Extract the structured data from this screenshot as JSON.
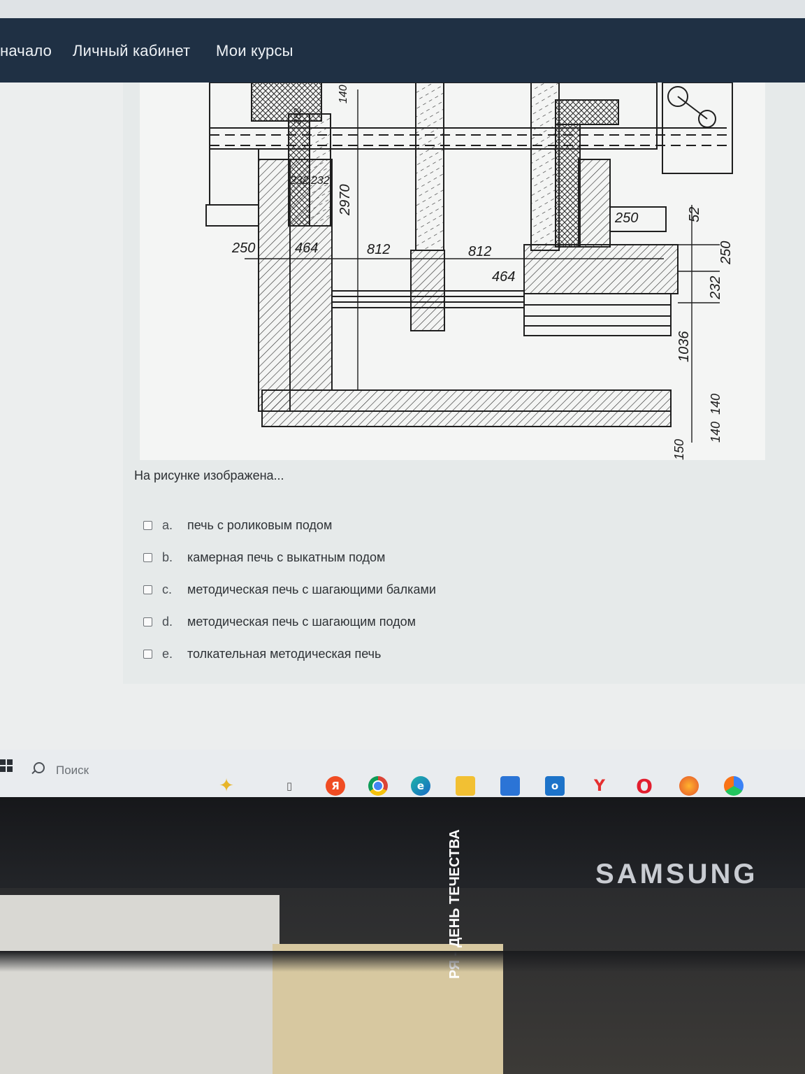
{
  "nav": {
    "items": [
      "начало",
      "Личный кабинет",
      "Мои курсы"
    ]
  },
  "drawing": {
    "dimensions": [
      "250",
      "464",
      "812",
      "812",
      "464",
      "250",
      "232",
      "232",
      "2970",
      "140",
      "282",
      "52",
      "250",
      "232",
      "1036",
      "140",
      "140",
      "150"
    ]
  },
  "question": {
    "text": "На рисунке изображена...",
    "options": [
      {
        "letter": "a.",
        "label": "печь с роликовым подом"
      },
      {
        "letter": "b.",
        "label": "камерная печь с выкатным подом"
      },
      {
        "letter": "c.",
        "label": "методическая печь с шагающими балками"
      },
      {
        "letter": "d.",
        "label": "методическая печь с шагающим подом"
      },
      {
        "letter": "e.",
        "label": "толкательная методическая печь"
      }
    ]
  },
  "taskbar": {
    "search_placeholder": "Поиск",
    "apps": [
      "copilot-icon",
      "task-view-icon",
      "yandex-browser-icon",
      "chrome-icon",
      "edge-icon",
      "file-explorer-icon",
      "store-icon",
      "outlook-icon",
      "yandex-icon",
      "opera-icon",
      "firefox-icon",
      "chromium-icon"
    ]
  },
  "monitor": {
    "brand": "SAMSUNG"
  },
  "poster": {
    "text": "РЯ - ДЕНЬ ТЕЧЕСТВА"
  }
}
